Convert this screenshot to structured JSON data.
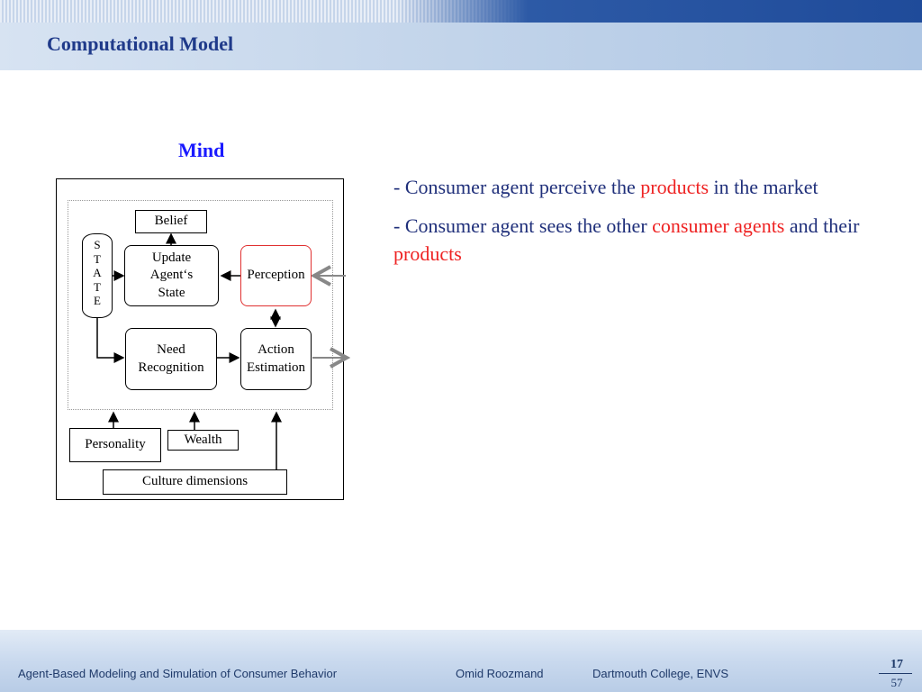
{
  "slide": {
    "title": "Computational Model",
    "footer": {
      "left": "Agent-Based Modeling and Simulation of Consumer Behavior",
      "author": "Omid Roozmand",
      "institution": "Dartmouth College, ENVS",
      "page_current": "17",
      "page_total": "57"
    }
  },
  "diagram": {
    "heading": "Mind",
    "belief": "Belief",
    "state_letters": "S\nT\nA\nT\nE",
    "update_state": "Update\nAgent‘s\nState",
    "perception": "Perception",
    "need_recognition": "Need\nRecognition",
    "action_estimation": "Action\nEstimation",
    "personality": "Personality",
    "wealth": "Wealth",
    "culture": "Culture dimensions",
    "colors": {
      "perception_border": "#e03030",
      "arrow_external": "#888888"
    }
  },
  "bullets": {
    "b1_pre": "- Consumer agent perceive the ",
    "b1_red": "products",
    "b1_post": " in the market",
    "b2_pre": "- Consumer agent sees the other ",
    "b2_red": "consumer agents",
    "b2_mid": " and their ",
    "b2_red2": "products"
  }
}
